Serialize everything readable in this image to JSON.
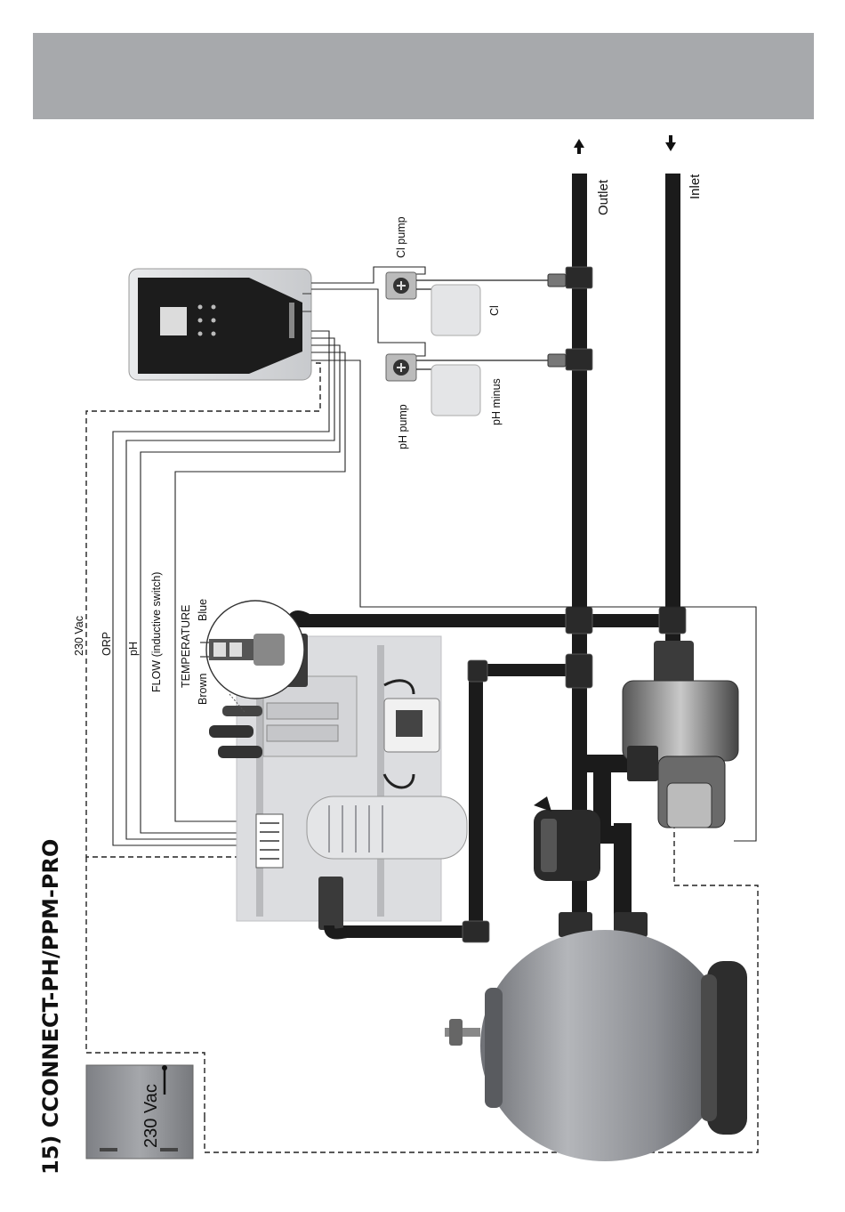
{
  "title": "15) CCONNECT-PH/PPM-PRO",
  "labels": {
    "power_box": "230 Vac",
    "vac_cable": "230 Vac",
    "orp": "ORP",
    "ph": "pH",
    "flow": "FLOW (inductive switch)",
    "temperature": "TEMPERATURE",
    "brown": "Brown",
    "blue": "Blue",
    "outlet": "Outlet",
    "inlet": "Inlet",
    "cl_pump": "Cl pump",
    "cl_tank": "Cl",
    "ph_pump": "pH pump",
    "ph_minus": "pH minus"
  },
  "colors": {
    "header_bar": "#a7a9ac",
    "pipe": "#1b1b1b",
    "tank": "#8e9094",
    "board": "#dcdde0"
  }
}
